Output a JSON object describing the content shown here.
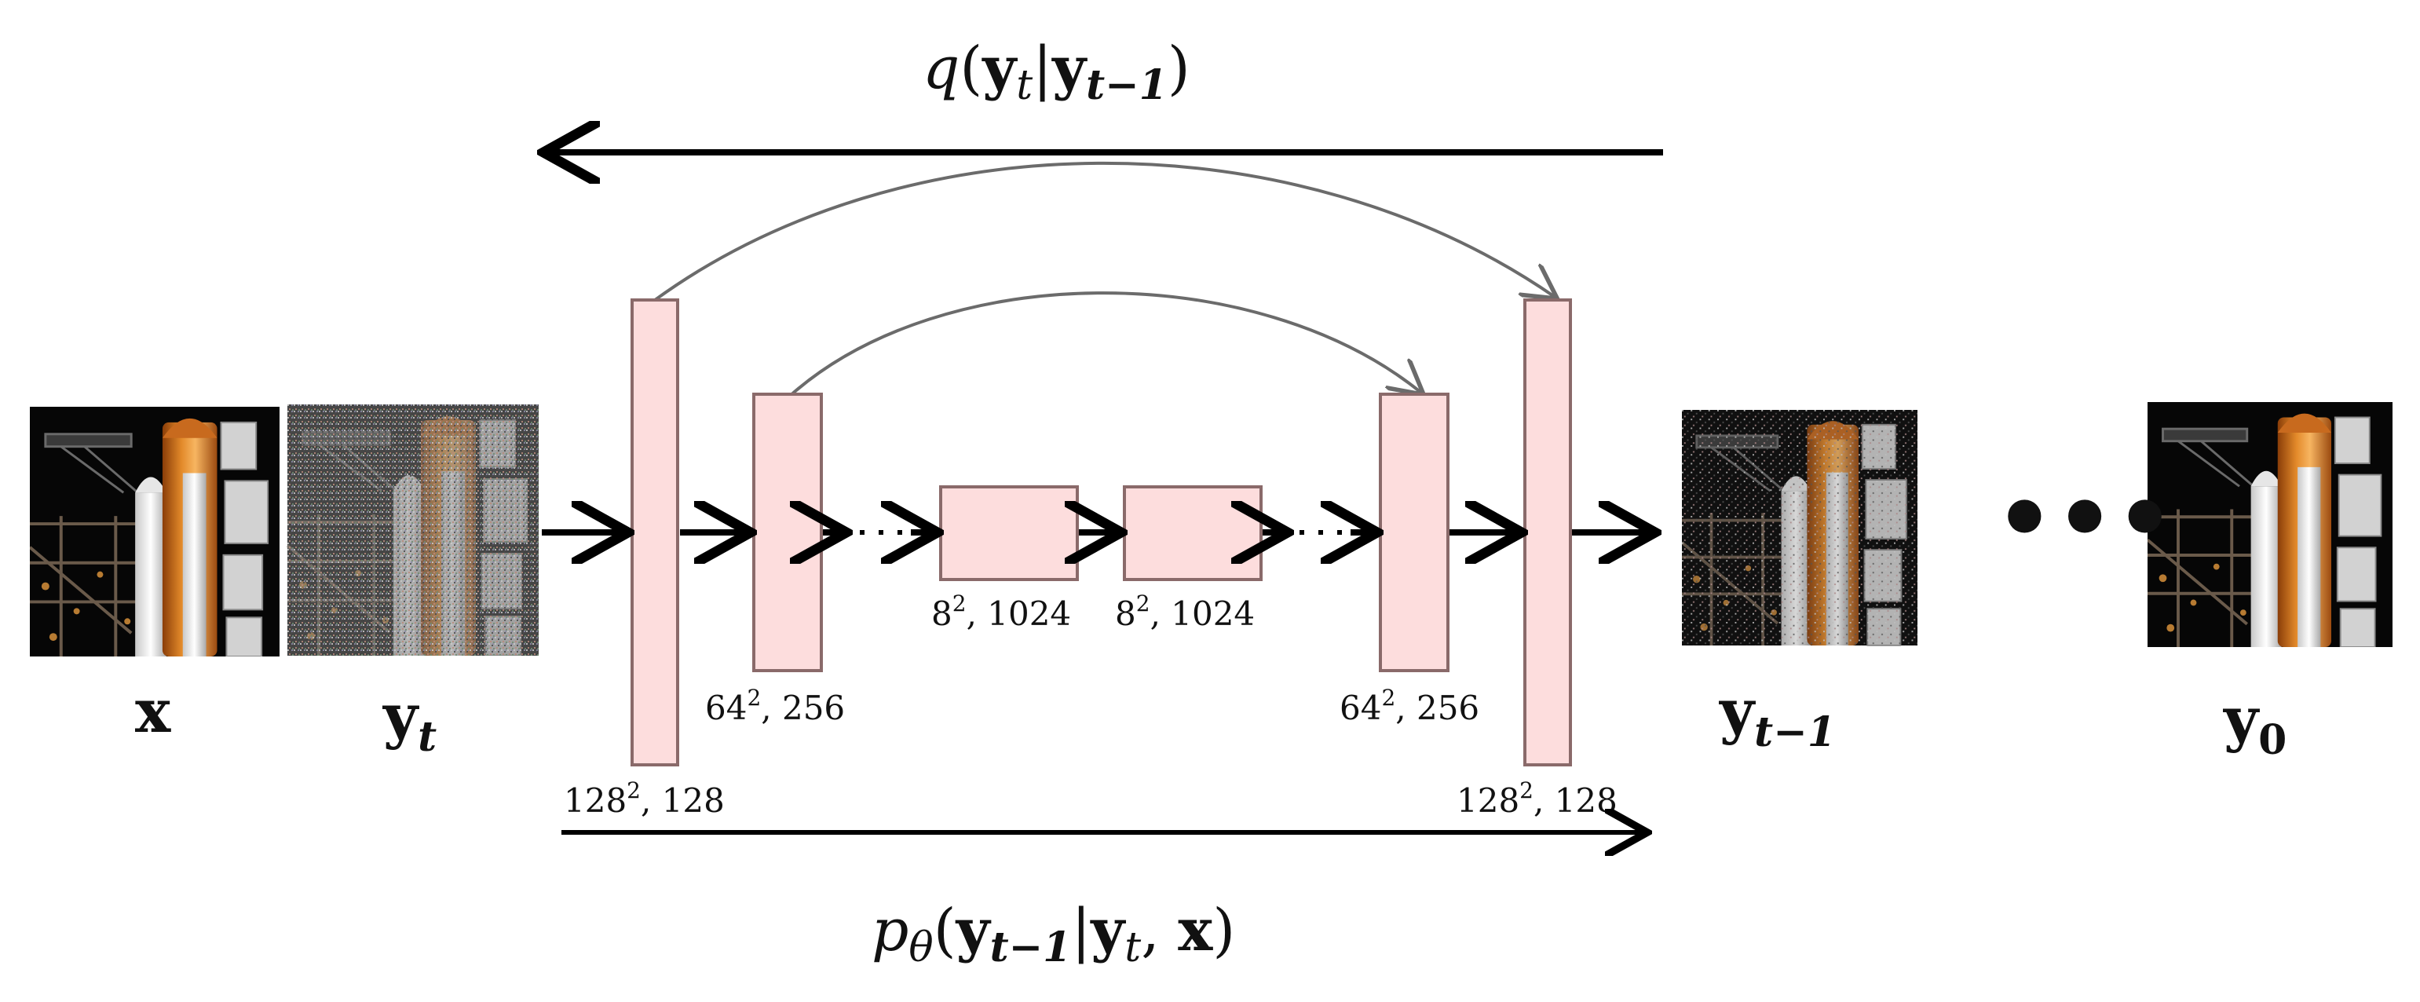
{
  "colors": {
    "block_fill": "#fddddd",
    "block_stroke": "#8a6a6a",
    "arrow": "#000000",
    "skip_arc": "#6b6b6b"
  },
  "images": {
    "x": {
      "caption": "x",
      "icon": "rocket-launchpad-image"
    },
    "yt": {
      "caption": "y",
      "sub": "t",
      "icon": "noisy-rocket-image"
    },
    "yt1": {
      "caption": "y",
      "sub": "t−1",
      "icon": "less-noisy-rocket-image"
    },
    "y0": {
      "caption": "y",
      "sub": "0",
      "icon": "clean-rocket-image"
    }
  },
  "equations": {
    "forward": {
      "fn": "q",
      "open": "(",
      "y1": "y",
      "s1": "t",
      "bar": "|",
      "y2": "y",
      "s2": "t−1",
      "close": ")"
    },
    "reverse": {
      "fn": "p",
      "fn_sub": "θ",
      "open": "(",
      "y1": "y",
      "s1": "t−1",
      "bar": "|",
      "y2": "y",
      "s2": "t",
      "sep": ", ",
      "x": "x",
      "close": ")"
    }
  },
  "blocks": {
    "enc1": {
      "base": "128",
      "exp": "2",
      "ch": ", 128"
    },
    "enc2": {
      "base": "64",
      "exp": "2",
      "ch": ", 256"
    },
    "mid1": {
      "base": "8",
      "exp": "2",
      "ch": ", 1024"
    },
    "mid2": {
      "base": "8",
      "exp": "2",
      "ch": ", 1024"
    },
    "dec2": {
      "base": "64",
      "exp": "2",
      "ch": ", 256"
    },
    "dec1": {
      "base": "128",
      "exp": "2",
      "ch": ", 128"
    }
  },
  "ellipsis": "•••"
}
